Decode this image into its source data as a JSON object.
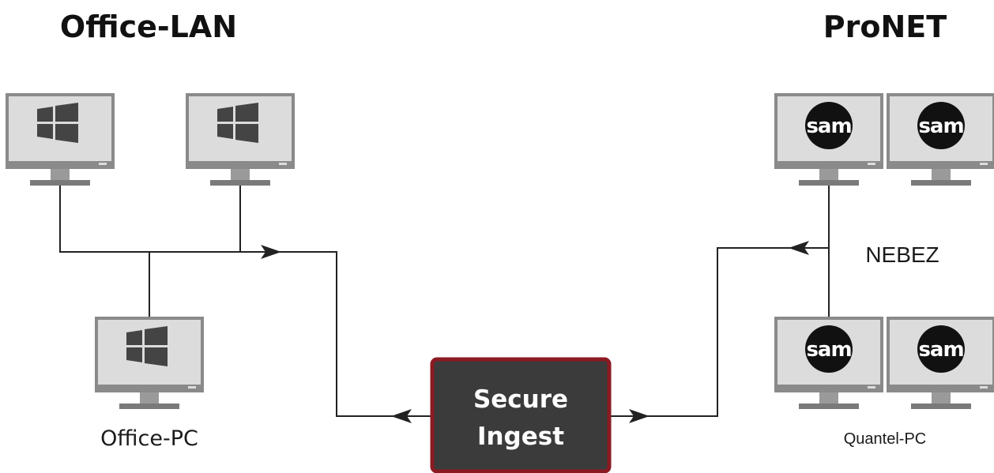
{
  "titles": {
    "left": "Office-LAN",
    "right": "ProNET"
  },
  "labels": {
    "office_pc": "Office-PC",
    "nebez": "NEBEZ",
    "quantel_pc": "Quantel-PC"
  },
  "ingest": {
    "line1": "Secure",
    "line2": "Ingest"
  },
  "sam_logo_text": "sam",
  "colors": {
    "monitor_frame": "#8a8a8a",
    "monitor_screen": "#dcdcdc",
    "monitor_base": "#7a7a7a",
    "windows_logo": "#444444",
    "sam_badge": "#111111",
    "ingest_fill": "#3b3b3b",
    "ingest_border": "#8b1a22",
    "line": "#222222"
  },
  "icons": {
    "office_monitor": "windows-monitor-icon",
    "pronet_monitor": "sam-monitor-icon"
  }
}
